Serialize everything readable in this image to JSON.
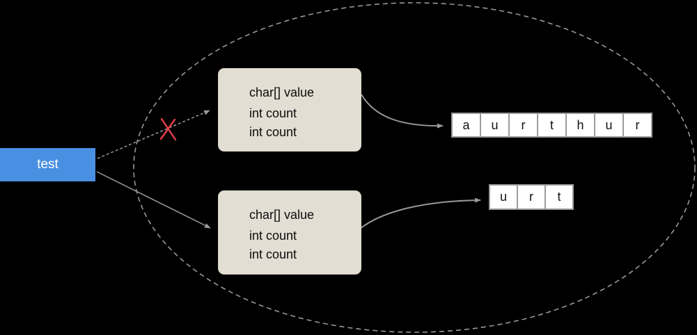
{
  "test_reference": {
    "label": "test"
  },
  "string_objects": [
    {
      "fields": [
        "char[] value",
        "int count",
        "int count"
      ]
    },
    {
      "fields": [
        "char[] value",
        "int count",
        "int count"
      ]
    }
  ],
  "char_arrays": [
    {
      "cells": [
        "a",
        "u",
        "r",
        "t",
        "h",
        "u",
        "r"
      ]
    },
    {
      "cells": [
        "u",
        "r",
        "t"
      ]
    }
  ],
  "colors": {
    "reference_fill": "#4a90e2",
    "object_fill": "#e3ded3",
    "arrow_gray": "#999999",
    "cross_red": "#e8404a",
    "cell_border": "#9b9b9b",
    "background": "#000000"
  }
}
